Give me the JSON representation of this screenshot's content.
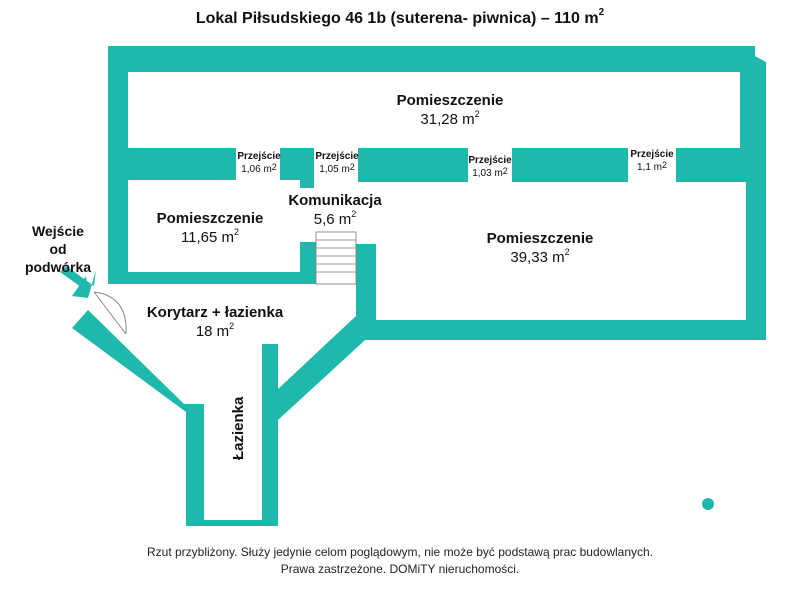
{
  "title": {
    "text": "Lokal Piłsudskiego 46 1b (suterena- piwnica) – 110 m",
    "sup": "2"
  },
  "rooms": {
    "top": {
      "name": "Pomieszczenie",
      "area": "31,28 m",
      "sup": "2"
    },
    "left": {
      "name": "Pomieszczenie",
      "area": "11,65 m",
      "sup": "2"
    },
    "right": {
      "name": "Pomieszczenie",
      "area": "39,33 m",
      "sup": "2"
    },
    "komunikacja": {
      "name": "Komunikacja",
      "area": "5,6 m",
      "sup": "2"
    },
    "korytarz": {
      "name": "Korytarz + łazienka",
      "area": "18 m",
      "sup": "2"
    },
    "lazienka": {
      "name": "Łazienka"
    }
  },
  "passages": [
    {
      "name": "Przejście",
      "area": "1,06 m",
      "sup": "2"
    },
    {
      "name": "Przejście",
      "area": "1,05 m",
      "sup": "2"
    },
    {
      "name": "Przejście",
      "area": "1,03 m",
      "sup": "2"
    },
    {
      "name": "Przejście",
      "area": "1,1 m",
      "sup": "2"
    }
  ],
  "entry": {
    "line1": "Wejście",
    "line2": "od podwórka"
  },
  "footer": {
    "line1": "Rzut przybliżony. Służy jedynie celom poglądowym, nie może być podstawą prac budowlanych.",
    "line2": "Prawa zastrzeżone. DOMiTY nieruchomości."
  },
  "colors": {
    "wall": "#1fb8ac",
    "background": "#ffffff"
  }
}
